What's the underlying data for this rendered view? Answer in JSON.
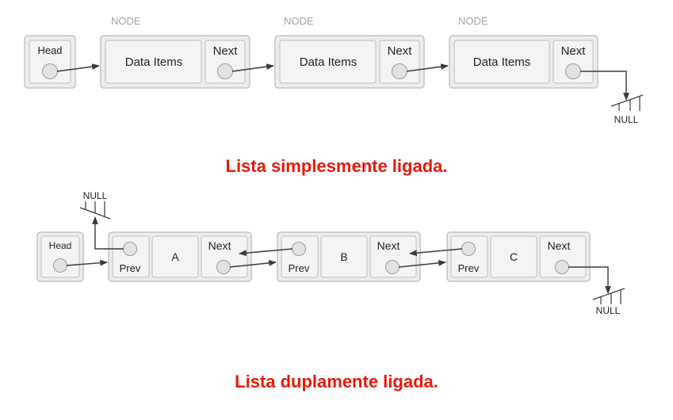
{
  "colors": {
    "outer_fill": "#ededed",
    "outer_stroke": "#b8b8b8",
    "inner_fill": "#f4f4f4",
    "inner_stroke": "#bdbdbd",
    "pointer_fill": "#e2e2e2",
    "pointer_stroke": "#9a9a9a",
    "arrow": "#3a3a3a",
    "node_label": "#a3a3a3",
    "caption": "#e8180c"
  },
  "singly": {
    "head_label": "Head",
    "node_label": "NODE",
    "nodes": [
      {
        "data_label": "Data Items",
        "next_label": "Next"
      },
      {
        "data_label": "Data Items",
        "next_label": "Next"
      },
      {
        "data_label": "Data Items",
        "next_label": "Next"
      }
    ],
    "null_label": "NULL",
    "caption": "Lista simplesmente ligada."
  },
  "doubly": {
    "head_label": "Head",
    "nodes": [
      {
        "prev_label": "Prev",
        "data_label": "A",
        "next_label": "Next"
      },
      {
        "prev_label": "Prev",
        "data_label": "B",
        "next_label": "Next"
      },
      {
        "prev_label": "Prev",
        "data_label": "C",
        "next_label": "Next"
      }
    ],
    "null_left_label": "NULL",
    "null_right_label": "NULL",
    "caption": "Lista duplamente ligada."
  }
}
